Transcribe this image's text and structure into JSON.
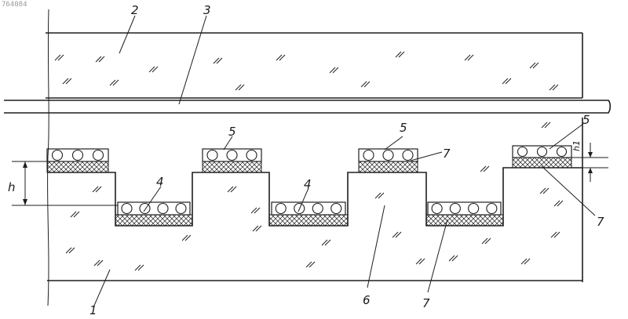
{
  "watermark": "764084",
  "labels": {
    "bottom_glass": "1",
    "top_glass": "2",
    "interlayer_film": "3",
    "wires_lower": "4",
    "wires_upper": "5",
    "step_body": "6",
    "layer_7": "7",
    "height_h": "h",
    "height_h1": "h1"
  },
  "colors": {
    "ink": "#1e1e1e",
    "paper": "#ffffff"
  }
}
